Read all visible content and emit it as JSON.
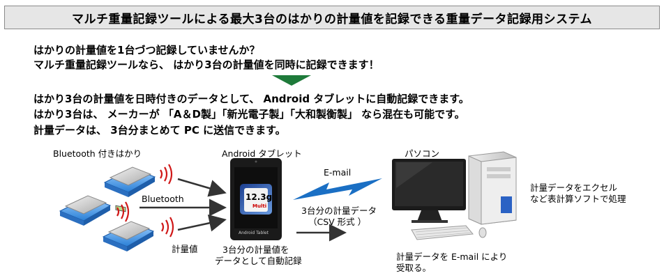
{
  "header": {
    "title": "マルチ重量記録ツールによる最大3台のはかりの計量値を記録できる重量データ記録用システム"
  },
  "intro": [
    "はかりの計量値を1台づつ記録していませんか？",
    "マルチ重量記録ツールなら、 はかり3台の計量値を同時に記録できます！"
  ],
  "features": [
    "はかり3台の計量値を日時付きのデータとして、 Android タブレットに自動記録できます。",
    "はかり3台は、 メーカーが 「A＆D製」「新光電子製」「大和製衡製」 なら混在も可能です。",
    "計量データは、 3台分まとめて PC に送信できます。"
  ],
  "diagram": {
    "scales_label": "Bluetooth 付きはかり",
    "tablet_label": "Android タブレット",
    "pc_label": "パソコン",
    "bluetooth_label": "Bluetooth",
    "weight_label": "計量値",
    "tablet_caption": [
      "3台分の計量値を",
      "データとして自動記録"
    ],
    "tablet_screen_value": "12.3g",
    "tablet_screen_badge": "Multi",
    "tablet_footer": "Android Tablet",
    "email_label": "E-mail",
    "send_label": [
      "3台分の計量データ",
      "（CSV 形式 ）"
    ],
    "pc_caption": [
      "計量データを E-mail により",
      "受取る。"
    ],
    "excel_note": [
      "計量データをエクセル",
      "など表計算ソフトで処理"
    ]
  },
  "colors": {
    "arrow_down": "#1e7a3a",
    "lightning": "#1a6fc4",
    "arrow": "#333333",
    "wave": "#d01818"
  }
}
